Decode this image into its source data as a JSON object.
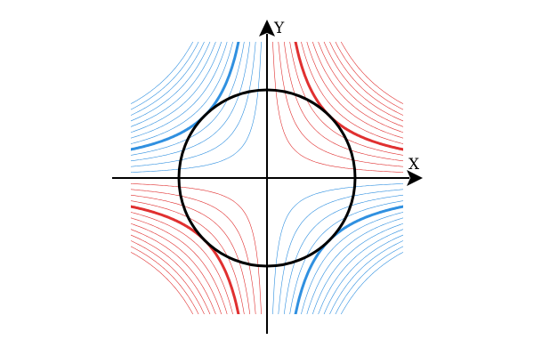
{
  "axes": {
    "x_label": "X",
    "y_label": "Y"
  },
  "circle": {
    "radius": 1
  },
  "hyperbola_families": {
    "red_values": [
      0.1,
      0.2,
      0.3,
      0.4,
      0.5,
      0.6,
      0.7,
      0.8,
      0.9,
      1.0,
      1.1,
      1.2,
      1.3
    ],
    "blue_values": [
      0.1,
      0.2,
      0.3,
      0.4,
      0.5,
      0.6,
      0.7,
      0.8,
      0.9,
      1.0,
      1.1,
      1.2,
      1.3
    ],
    "highlight_value": 0.5
  },
  "colors": {
    "axis": "#000000",
    "circle": "#000000",
    "red": "#e03030",
    "blue": "#3090e0"
  }
}
